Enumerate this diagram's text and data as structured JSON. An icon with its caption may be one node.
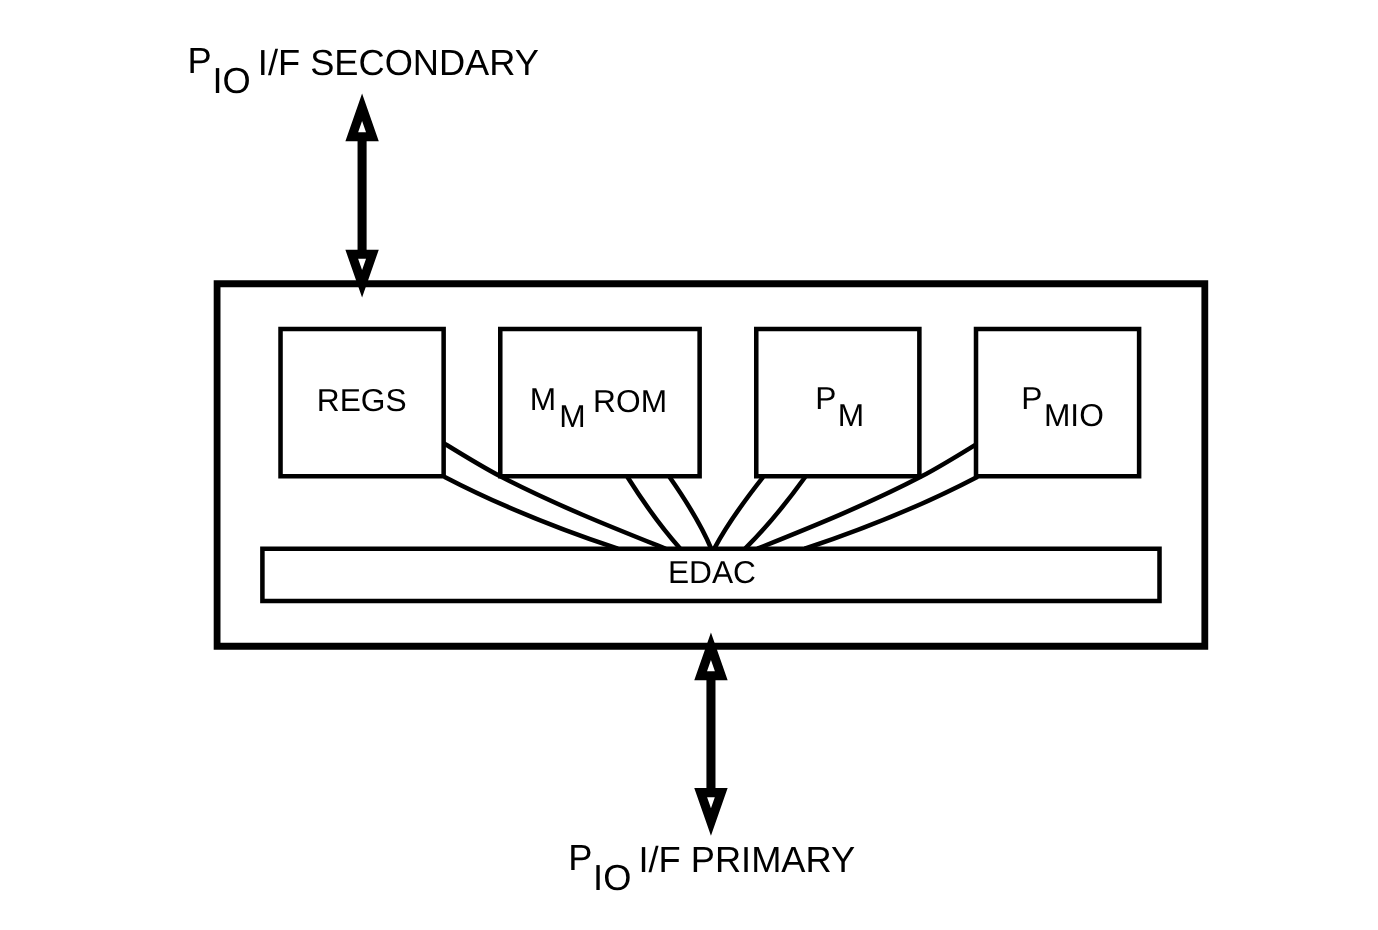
{
  "diagram": {
    "nodes": [
      {
        "text": [
          "P$_{IO}$ I/F SECONDARY"
        ]
      },
      {
        "text": [],
        "shape": "box"
      },
      {
        "text": [
          "EDAC"
        ],
        "in": 1
      },
      {
        "text": [
          "REGS"
        ],
        "in": 1
      },
      {
        "text": [
          "M$_{M}$ ROM"
        ],
        "in": 1
      },
      {
        "text": [
          "P$_{M}$"
        ],
        "in": 1
      },
      {
        "text": [
          "P$_{MIO}$"
        ],
        "in": 1
      },
      {
        "text": [
          "P$_{IO}$ I/F PRIMARY"
        ]
      }
    ],
    "edges": [
      {
        "from": 0,
        "to": 1,
        "arrow": "both",
        "style": "thick"
      },
      {
        "from": 3,
        "to": 2,
        "arrow": "none"
      },
      {
        "from": 4,
        "to": 2,
        "arrow": "none"
      },
      {
        "from": 5,
        "to": 2,
        "arrow": "none"
      },
      {
        "from": 6,
        "to": 2,
        "arrow": "none"
      },
      {
        "from": 3,
        "to": 2,
        "arrow": "none"
      },
      {
        "from": 4,
        "to": 2,
        "arrow": "none"
      },
      {
        "from": 5,
        "to": 2,
        "arrow": "none"
      },
      {
        "from": 6,
        "to": 2,
        "arrow": "none"
      },
      {
        "from": 1,
        "to": 7,
        "arrow": "both",
        "style": "thick"
      }
    ]
  }
}
